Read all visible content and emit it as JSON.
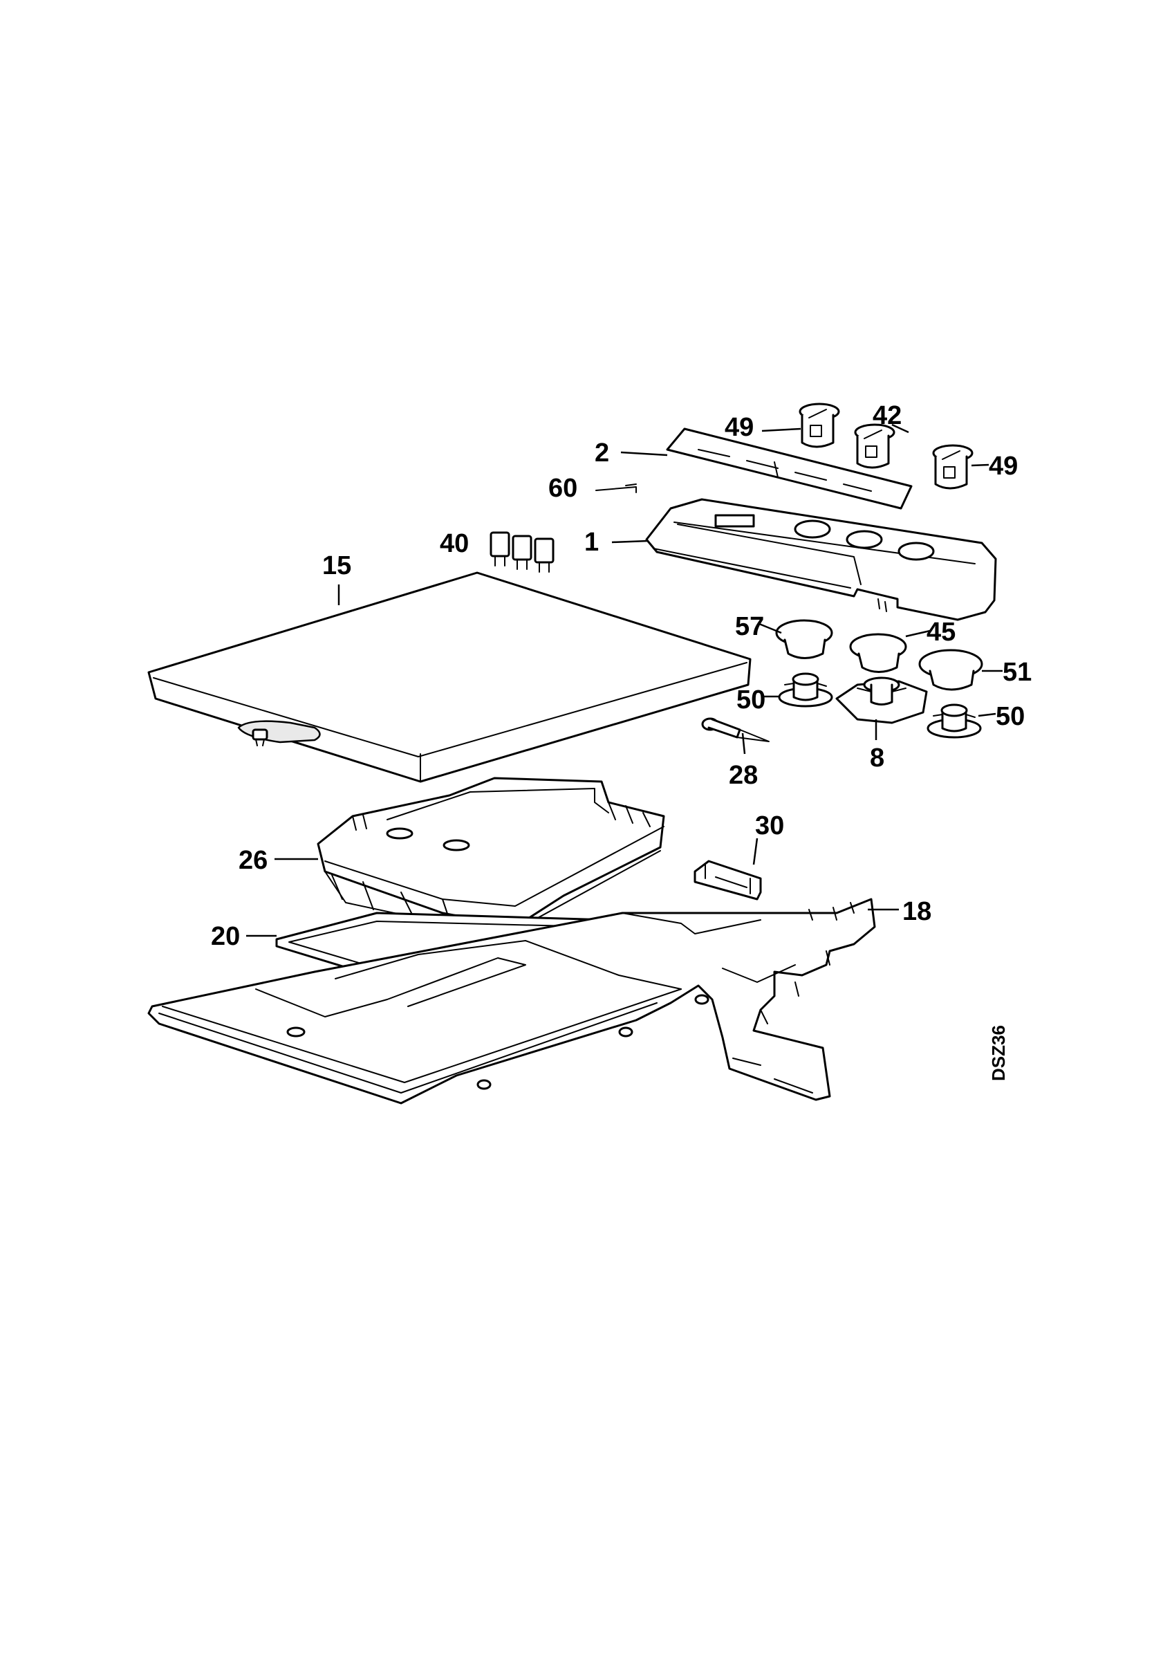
{
  "drawing_code": "DSZ36",
  "callouts": {
    "c1": "1",
    "c2": "2",
    "c8": "8",
    "c15": "15",
    "c18": "18",
    "c20": "20",
    "c26": "26",
    "c28": "28",
    "c30": "30",
    "c40": "40",
    "c42": "42",
    "c45": "45",
    "c49a": "49",
    "c49b": "49",
    "c50a": "50",
    "c50b": "50",
    "c51": "51",
    "c57": "57",
    "c60": "60"
  }
}
